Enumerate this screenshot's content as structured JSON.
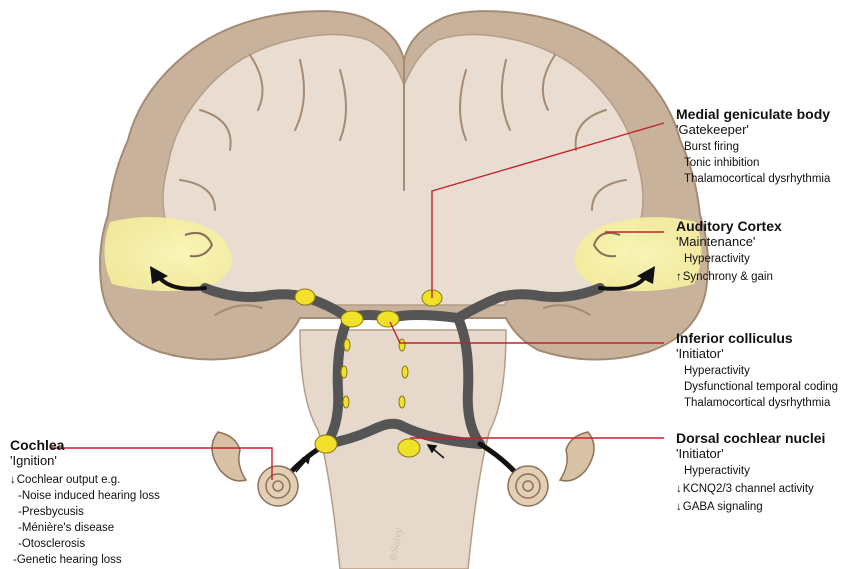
{
  "labels": {
    "mgb": {
      "title": "Medial geniculate body",
      "role": "'Gatekeeper'",
      "items": [
        "Burst firing",
        "Tonic inhibition",
        "Thalamocortical dysrhythmia"
      ]
    },
    "ac": {
      "title": "Auditory Cortex",
      "role": "'Maintenance'",
      "items": [
        "Hyperactivity",
        "Synchrony & gain"
      ],
      "item_arrows": [
        "",
        "up"
      ]
    },
    "ic": {
      "title": "Inferior colliculus",
      "role": "'Initiator'",
      "items": [
        "Hyperactivity",
        "Dysfunctional temporal coding",
        "Thalamocortical dysrhythmia"
      ]
    },
    "dcn": {
      "title": "Dorsal cochlear nuclei",
      "role": "'Initiator'",
      "items": [
        "Hyperactivity",
        "KCNQ2/3 channel activity",
        "GABA signaling"
      ],
      "item_arrows": [
        "",
        "down",
        "down"
      ]
    },
    "cochlea": {
      "title": "Cochlea",
      "role": "'Ignition'",
      "items": [
        "Cochlear output e.g.",
        "-Noise induced hearing loss",
        "-Presbycusis",
        "-Ménière's disease",
        "-Otosclerosis",
        "-Genetic hearing loss"
      ],
      "item_arrows": [
        "down",
        "",
        "",
        "",
        "",
        ""
      ]
    }
  },
  "signature": "©Salvy",
  "colors": {
    "cortex": "#c8b29b",
    "white_matter": "#e9ddd1",
    "outline": "#a48b74",
    "auditory_highlight": "#f7f2a6",
    "pathway": "#555555",
    "nuclei": "#f2e12a",
    "leader_line": "#c4222b"
  }
}
